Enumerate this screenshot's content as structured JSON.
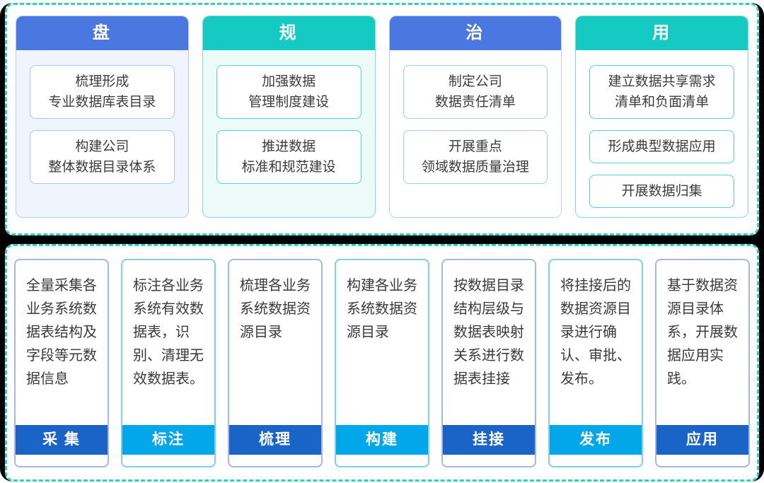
{
  "colors": {
    "background": "#000000",
    "panel_bg": "#ffffff",
    "dashed_border": "#2bd1c9",
    "header_blue": "#4a78e0",
    "header_teal": "#15cac3",
    "band_dark_blue": "#1a64c8",
    "band_bright_blue": "#02a7ea",
    "tint_lavender": "#f0f4fc",
    "tint_mint": "#ecfbf8"
  },
  "top_panel": {
    "columns": [
      {
        "header": "盘",
        "theme": "blue",
        "boxes": [
          "梳理形成\n专业数据库表目录",
          "构建公司\n整体数据目录体系"
        ]
      },
      {
        "header": "规",
        "theme": "teal",
        "boxes": [
          "加强数据\n管理制度建设",
          "推进数据\n标准和规范建设"
        ]
      },
      {
        "header": "治",
        "theme": "blue",
        "boxes": [
          "制定公司\n数据责任清单",
          "开展重点\n领域数据质量治理"
        ]
      },
      {
        "header": "用",
        "theme": "teal",
        "boxes": [
          "建立数据共享需求\n清单和负面清单",
          "形成典型数据应用",
          "开展数据归集"
        ]
      }
    ]
  },
  "bottom_panel": {
    "steps": [
      {
        "description": "全量采集各业务系统数据表结构及字段等元数据信息",
        "label": "采 集",
        "band": "dark"
      },
      {
        "description": "标注各业务系统有效数据表，识别、清理无效数据表。",
        "label": "标注",
        "band": "bright"
      },
      {
        "description": "梳理各业务系统数据资源目录",
        "label": "梳理",
        "band": "dark"
      },
      {
        "description": "构建各业务系统数据资源目录",
        "label": "构建",
        "band": "bright"
      },
      {
        "description": "按数据目录结构层级与数据表映射关系进行数据表挂接",
        "label": "挂接",
        "band": "dark"
      },
      {
        "description": "将挂接后的数据资源目录进行确认、审批、发布。",
        "label": "发布",
        "band": "bright"
      },
      {
        "description": "基于数据资源目录体系，开展数据应用实践。",
        "label": "应用",
        "band": "dark"
      }
    ]
  }
}
